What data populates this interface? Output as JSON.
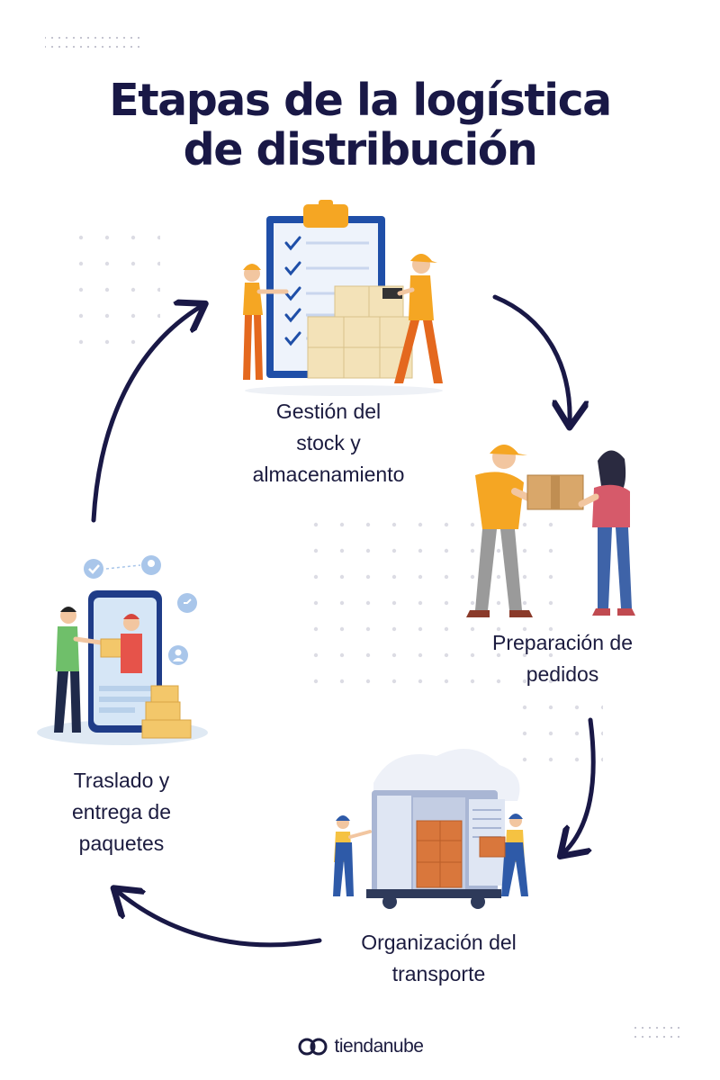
{
  "title": {
    "line1": "Etapas de la logística",
    "line2": "de distribución"
  },
  "stages": [
    {
      "id": "stock",
      "lines": [
        "Gestión del",
        "stock y",
        "almacenamiento"
      ],
      "illustration": "clipboard-warehouse-workers-icon"
    },
    {
      "id": "orders",
      "lines": [
        "Preparación de",
        "pedidos"
      ],
      "illustration": "box-handover-icon"
    },
    {
      "id": "transport",
      "lines": [
        "Organización del",
        "transporte"
      ],
      "illustration": "truck-loading-icon"
    },
    {
      "id": "delivery",
      "lines": [
        "Traslado y",
        "entrega de",
        "paquetes"
      ],
      "illustration": "phone-delivery-icon"
    }
  ],
  "brand": {
    "name": "tiendanube",
    "logo": "tiendanube-logo-icon"
  },
  "colors": {
    "title": "#191846",
    "arrow": "#191846",
    "orange": "#f5a623",
    "blue": "#1f4fa8",
    "dots": "#d6d6de"
  }
}
